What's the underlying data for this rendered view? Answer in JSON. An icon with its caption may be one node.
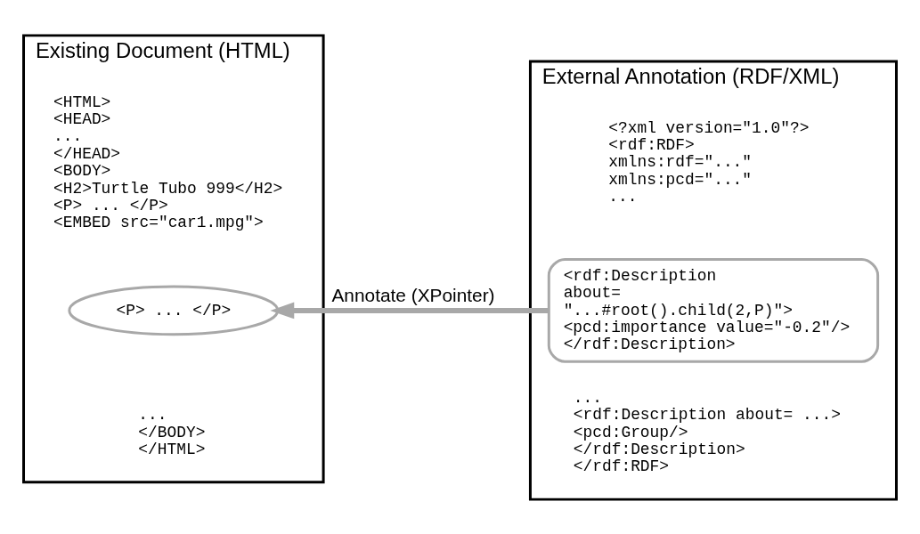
{
  "diagram": {
    "nodes": [
      {
        "text": [
          "Existing Document (HTML)",
          "<HTML>",
          "<HEAD>",
          " ...",
          "</HEAD>",
          "<BODY>",
          "<H2>Turtle Tubo 999</H2>",
          "<P> ... </P>",
          "<EMBED src=\"car1.mpg\">",
          "...",
          "</BODY>",
          "</HTML>"
        ]
      },
      {
        "text": [
          "<P> ... </P>"
        ],
        "in": 0
      },
      {
        "text": [
          "External Annotation (RDF/XML)",
          "<?xml version=\"1.0\"?>",
          "<rdf:RDF>",
          "xmlns:rdf=\"...\"",
          "xmlns:pcd=\"...\"",
          "...",
          "...",
          "<rdf:Description about= ...>",
          "<pcd:Group/>",
          "</rdf:Description>",
          "</rdf:RDF>"
        ]
      },
      {
        "text": [
          "<rdf:Description",
          "about=",
          "\"...#root().child(2,P)\">",
          "<pcd:importance value=\"-0.2\"/>",
          "</rdf:Description>"
        ],
        "in": 2
      }
    ],
    "edges": [
      {
        "from": 3,
        "to": 1,
        "arrow": "to",
        "label": "Annotate (XPointer)"
      }
    ]
  }
}
